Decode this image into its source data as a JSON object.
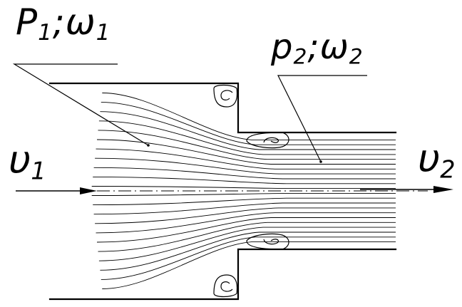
{
  "labels": {
    "inlet_pressure": "P",
    "inlet_pressure_sub": "1",
    "inlet_sep": ";",
    "inlet_area": "ω",
    "inlet_area_sub": "1",
    "outlet_pressure": "p",
    "outlet_pressure_sub": "2",
    "outlet_sep": ";",
    "outlet_area": "ω",
    "outlet_area_sub": "2",
    "inlet_velocity": "υ",
    "inlet_velocity_sub": "1",
    "outlet_velocity": "υ",
    "outlet_velocity_sub": "2"
  },
  "colors": {
    "line": "#000000",
    "background": "#ffffff"
  },
  "streamline_count": 22
}
